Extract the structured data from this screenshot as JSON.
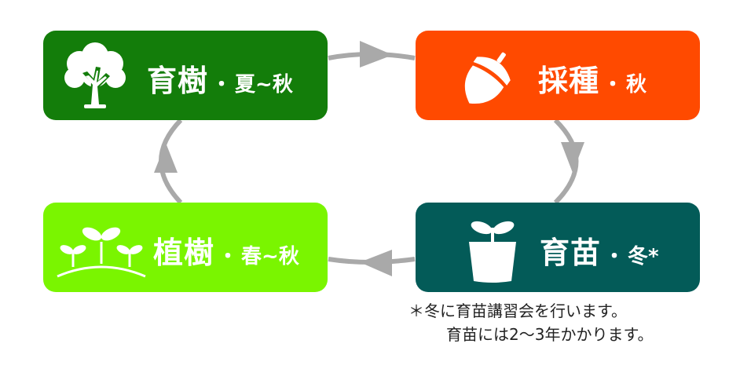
{
  "stages": {
    "ikuju": {
      "name": "育樹",
      "separator": "・",
      "season": "夏~秋",
      "icon": "broadleaf-tree-icon",
      "color": "#137d0a"
    },
    "saishu": {
      "name": "採種",
      "separator": "・",
      "season": "秋",
      "icon": "acorn-icon",
      "color": "#ff4a00"
    },
    "ikubyo": {
      "name": "育苗",
      "separator": "・",
      "season": "冬*",
      "icon": "seedling-pot-icon",
      "color": "#035b58"
    },
    "shokuju": {
      "name": "植樹",
      "separator": "・",
      "season": "春~秋",
      "icon": "sprouts-on-ground-icon",
      "color": "#7af500"
    }
  },
  "arrow_color": "#a9a9a9",
  "note": {
    "line1": "＊冬に育苗講習会を行います。",
    "line2": "育苗には2～3年かかります。"
  }
}
